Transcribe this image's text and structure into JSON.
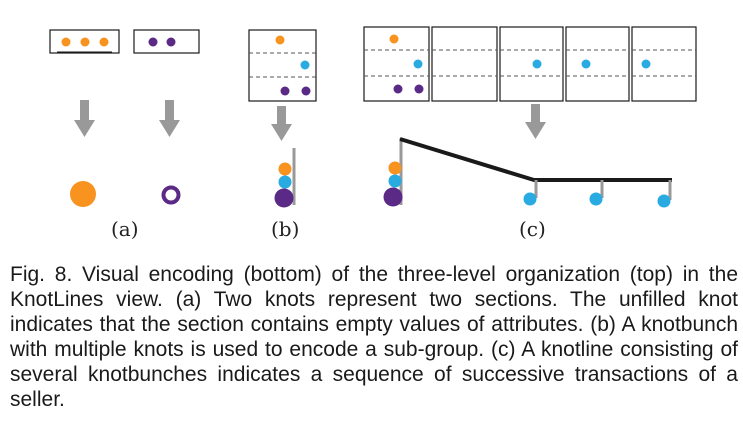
{
  "colors": {
    "orange": "#f7931e",
    "purple": "#5b2a86",
    "blue": "#29abe2",
    "line": "#1a1a1a",
    "gray": "#999999"
  },
  "labels": {
    "a": "(a)",
    "b": "(b)",
    "c": "(c)"
  },
  "caption": "Fig. 8.  Visual encoding (bottom) of the three-level organization (top) in the KnotLines view. (a) Two knots represent two sections. The unfilled knot indicates that the section contains empty values of attributes. (b) A knotbunch with multiple knots is used to encode a sub-group. (c) A knotline consisting of several knotbunches indicates a sequence of successive transactions of a seller."
}
